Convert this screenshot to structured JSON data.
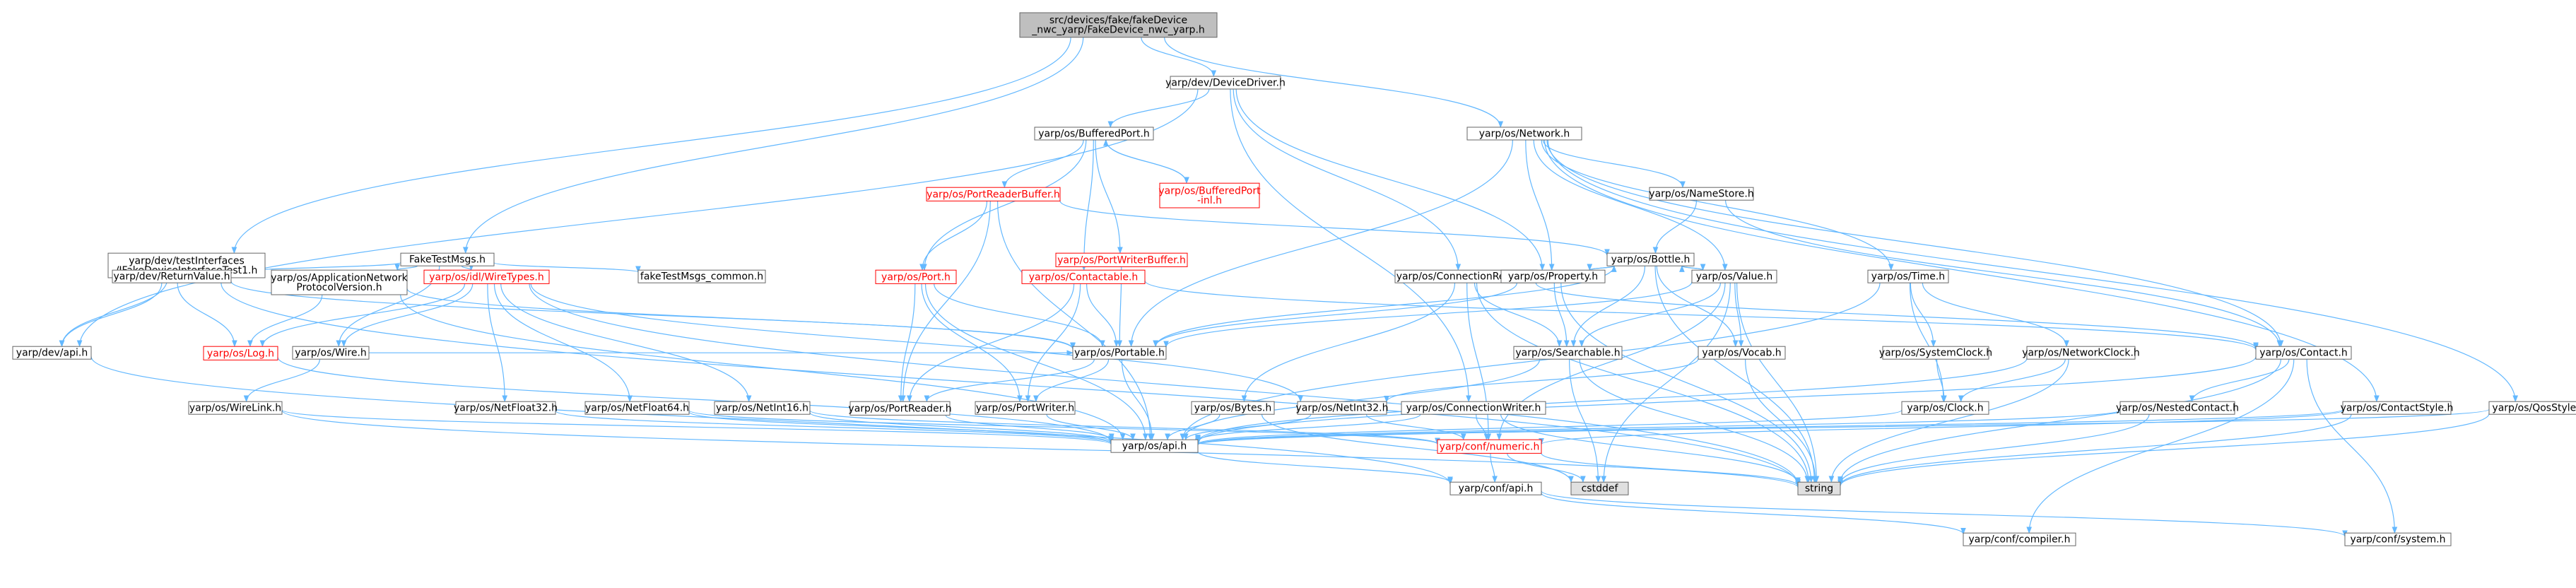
{
  "colors": {
    "edge": "#63b8ff",
    "node_border_normal": "#666666",
    "node_border_truncated": "#ff0000",
    "node_fill": "#ffffff",
    "root_fill": "#bfbfbf",
    "leaf_fill": "#e0e0e0",
    "text_normal": "#000000",
    "text_truncated": "#ff0000"
  },
  "nodes": [
    {
      "id": "root",
      "lines": [
        "src/devices/fake/fakeDevice",
        "_nwc_yarp/FakeDevice_nwc_yarp.h"
      ],
      "style": "root"
    },
    {
      "id": "devicedriver",
      "lines": [
        "yarp/dev/DeviceDriver.h"
      ],
      "style": "normal"
    },
    {
      "id": "network",
      "lines": [
        "yarp/os/Network.h"
      ],
      "style": "normal"
    },
    {
      "id": "bufferedport",
      "lines": [
        "yarp/os/BufferedPort.h"
      ],
      "style": "normal"
    },
    {
      "id": "bufferedport_inl",
      "lines": [
        "yarp/os/BufferedPort",
        "-inl.h"
      ],
      "style": "truncated"
    },
    {
      "id": "portreaderbuffer",
      "lines": [
        "yarp/os/PortReaderBuffer.h"
      ],
      "style": "truncated"
    },
    {
      "id": "namestore",
      "lines": [
        "yarp/os/NameStore.h"
      ],
      "style": "normal"
    },
    {
      "id": "testinterfaces",
      "lines": [
        "yarp/dev/testInterfaces",
        "/IFakeDeviceInterfaceTest1.h"
      ],
      "style": "normal"
    },
    {
      "id": "faketestmsgs",
      "lines": [
        "FakeTestMsgs.h"
      ],
      "style": "normal"
    },
    {
      "id": "portwriterbuffer",
      "lines": [
        "yarp/os/PortWriterBuffer.h"
      ],
      "style": "truncated"
    },
    {
      "id": "bottle",
      "lines": [
        "yarp/os/Bottle.h"
      ],
      "style": "normal"
    },
    {
      "id": "returnvalue",
      "lines": [
        "yarp/dev/ReturnValue.h"
      ],
      "style": "normal"
    },
    {
      "id": "appnet",
      "lines": [
        "yarp/os/ApplicationNetwork",
        "ProtocolVersion.h"
      ],
      "style": "normal"
    },
    {
      "id": "wiretypes",
      "lines": [
        "yarp/os/idl/WireTypes.h"
      ],
      "style": "truncated"
    },
    {
      "id": "faketestmsgs_common",
      "lines": [
        "fakeTestMsgs_common.h"
      ],
      "style": "normal"
    },
    {
      "id": "port",
      "lines": [
        "yarp/os/Port.h"
      ],
      "style": "truncated"
    },
    {
      "id": "contactable",
      "lines": [
        "yarp/os/Contactable.h"
      ],
      "style": "truncated"
    },
    {
      "id": "connectionreader",
      "lines": [
        "yarp/os/ConnectionReader.h"
      ],
      "style": "normal"
    },
    {
      "id": "property",
      "lines": [
        "yarp/os/Property.h"
      ],
      "style": "normal"
    },
    {
      "id": "value",
      "lines": [
        "yarp/os/Value.h"
      ],
      "style": "normal"
    },
    {
      "id": "time",
      "lines": [
        "yarp/os/Time.h"
      ],
      "style": "normal"
    },
    {
      "id": "devapi",
      "lines": [
        "yarp/dev/api.h"
      ],
      "style": "normal"
    },
    {
      "id": "log",
      "lines": [
        "yarp/os/Log.h"
      ],
      "style": "truncated"
    },
    {
      "id": "wire",
      "lines": [
        "yarp/os/Wire.h"
      ],
      "style": "normal"
    },
    {
      "id": "portable",
      "lines": [
        "yarp/os/Portable.h"
      ],
      "style": "normal"
    },
    {
      "id": "searchable",
      "lines": [
        "yarp/os/Searchable.h"
      ],
      "style": "normal"
    },
    {
      "id": "vocab",
      "lines": [
        "yarp/os/Vocab.h"
      ],
      "style": "normal"
    },
    {
      "id": "systemclock",
      "lines": [
        "yarp/os/SystemClock.h"
      ],
      "style": "normal"
    },
    {
      "id": "networkclock",
      "lines": [
        "yarp/os/NetworkClock.h"
      ],
      "style": "normal"
    },
    {
      "id": "contact",
      "lines": [
        "yarp/os/Contact.h"
      ],
      "style": "normal"
    },
    {
      "id": "wirelink",
      "lines": [
        "yarp/os/WireLink.h"
      ],
      "style": "normal"
    },
    {
      "id": "netfloat32",
      "lines": [
        "yarp/os/NetFloat32.h"
      ],
      "style": "normal"
    },
    {
      "id": "netfloat64",
      "lines": [
        "yarp/os/NetFloat64.h"
      ],
      "style": "normal"
    },
    {
      "id": "netint16",
      "lines": [
        "yarp/os/NetInt16.h"
      ],
      "style": "normal"
    },
    {
      "id": "portreader",
      "lines": [
        "yarp/os/PortReader.h"
      ],
      "style": "normal"
    },
    {
      "id": "portwriter",
      "lines": [
        "yarp/os/PortWriter.h"
      ],
      "style": "normal"
    },
    {
      "id": "bytes",
      "lines": [
        "yarp/os/Bytes.h"
      ],
      "style": "normal"
    },
    {
      "id": "netint32",
      "lines": [
        "yarp/os/NetInt32.h"
      ],
      "style": "normal"
    },
    {
      "id": "connectionwriter",
      "lines": [
        "yarp/os/ConnectionWriter.h"
      ],
      "style": "normal"
    },
    {
      "id": "clock",
      "lines": [
        "yarp/os/Clock.h"
      ],
      "style": "normal"
    },
    {
      "id": "nestedcontact",
      "lines": [
        "yarp/os/NestedContact.h"
      ],
      "style": "normal"
    },
    {
      "id": "contactstyle",
      "lines": [
        "yarp/os/ContactStyle.h"
      ],
      "style": "normal"
    },
    {
      "id": "qosstyle",
      "lines": [
        "yarp/os/QosStyle.h"
      ],
      "style": "normal"
    },
    {
      "id": "osapi",
      "lines": [
        "yarp/os/api.h"
      ],
      "style": "normal"
    },
    {
      "id": "numeric",
      "lines": [
        "yarp/conf/numeric.h"
      ],
      "style": "truncated"
    },
    {
      "id": "cstddef",
      "lines": [
        "cstddef"
      ],
      "style": "leaf"
    },
    {
      "id": "string",
      "lines": [
        "string"
      ],
      "style": "leaf"
    },
    {
      "id": "confapi",
      "lines": [
        "yarp/conf/api.h"
      ],
      "style": "normal"
    },
    {
      "id": "compiler",
      "lines": [
        "yarp/conf/compiler.h"
      ],
      "style": "normal"
    },
    {
      "id": "system",
      "lines": [
        "yarp/conf/system.h"
      ],
      "style": "normal"
    }
  ],
  "edges": [
    [
      "root",
      "devicedriver"
    ],
    [
      "root",
      "network"
    ],
    [
      "root",
      "testinterfaces"
    ],
    [
      "root",
      "faketestmsgs"
    ],
    [
      "devicedriver",
      "bufferedport"
    ],
    [
      "devicedriver",
      "devapi"
    ],
    [
      "devicedriver",
      "property"
    ],
    [
      "devicedriver",
      "connectionreader"
    ],
    [
      "devicedriver",
      "connectionwriter"
    ],
    [
      "network",
      "namestore"
    ],
    [
      "network",
      "property"
    ],
    [
      "network",
      "value"
    ],
    [
      "network",
      "time"
    ],
    [
      "network",
      "contact"
    ],
    [
      "network",
      "contactstyle"
    ],
    [
      "network",
      "qosstyle"
    ],
    [
      "network",
      "portable"
    ],
    [
      "bufferedport",
      "bufferedport_inl"
    ],
    [
      "bufferedport_inl",
      "bufferedport"
    ],
    [
      "bufferedport",
      "portreaderbuffer"
    ],
    [
      "bufferedport",
      "port"
    ],
    [
      "bufferedport",
      "contactable"
    ],
    [
      "bufferedport",
      "portwriterbuffer"
    ],
    [
      "portreaderbuffer",
      "port"
    ],
    [
      "portreaderbuffer",
      "bottle"
    ],
    [
      "portreaderbuffer",
      "portreader"
    ],
    [
      "portreaderbuffer",
      "osapi"
    ],
    [
      "portwriterbuffer",
      "portable"
    ],
    [
      "namestore",
      "bottle"
    ],
    [
      "namestore",
      "contact"
    ],
    [
      "testinterfaces",
      "returnvalue"
    ],
    [
      "testinterfaces",
      "devapi"
    ],
    [
      "faketestmsgs",
      "returnvalue"
    ],
    [
      "faketestmsgs",
      "appnet"
    ],
    [
      "faketestmsgs",
      "wiretypes"
    ],
    [
      "faketestmsgs",
      "faketestmsgs_common"
    ],
    [
      "faketestmsgs",
      "wire"
    ],
    [
      "returnvalue",
      "devapi"
    ],
    [
      "returnvalue",
      "log"
    ],
    [
      "returnvalue",
      "portable"
    ],
    [
      "returnvalue",
      "string"
    ],
    [
      "appnet",
      "log"
    ],
    [
      "appnet",
      "portable"
    ],
    [
      "appnet",
      "osapi"
    ],
    [
      "wiretypes",
      "log"
    ],
    [
      "wiretypes",
      "wire"
    ],
    [
      "wiretypes",
      "netfloat32"
    ],
    [
      "wiretypes",
      "netfloat64"
    ],
    [
      "wiretypes",
      "netint16"
    ],
    [
      "wiretypes",
      "netint32"
    ],
    [
      "wiretypes",
      "string"
    ],
    [
      "port",
      "portable"
    ],
    [
      "port",
      "portreader"
    ],
    [
      "port",
      "portwriter"
    ],
    [
      "port",
      "osapi"
    ],
    [
      "contactable",
      "portable"
    ],
    [
      "contactable",
      "portreader"
    ],
    [
      "contactable",
      "portwriter"
    ],
    [
      "contactable",
      "contact"
    ],
    [
      "bottle",
      "portable"
    ],
    [
      "bottle",
      "searchable"
    ],
    [
      "bottle",
      "property"
    ],
    [
      "bottle",
      "value"
    ],
    [
      "bottle",
      "vocab"
    ],
    [
      "bottle",
      "string"
    ],
    [
      "property",
      "bottle"
    ],
    [
      "property",
      "portable"
    ],
    [
      "property",
      "searchable"
    ],
    [
      "property",
      "string"
    ],
    [
      "value",
      "bottle"
    ],
    [
      "value",
      "portable"
    ],
    [
      "value",
      "searchable"
    ],
    [
      "value",
      "vocab"
    ],
    [
      "value",
      "numeric"
    ],
    [
      "value",
      "cstddef"
    ],
    [
      "value",
      "string"
    ],
    [
      "connectionreader",
      "bytes"
    ],
    [
      "connectionreader",
      "searchable"
    ],
    [
      "connectionreader",
      "contact"
    ],
    [
      "connectionreader",
      "numeric"
    ],
    [
      "connectionreader",
      "string"
    ],
    [
      "time",
      "systemclock"
    ],
    [
      "time",
      "networkclock"
    ],
    [
      "time",
      "clock"
    ],
    [
      "time",
      "osapi"
    ],
    [
      "devapi",
      "confapi"
    ],
    [
      "log",
      "osapi"
    ],
    [
      "wire",
      "portable"
    ],
    [
      "wire",
      "wirelink"
    ],
    [
      "portable",
      "portreader"
    ],
    [
      "portable",
      "portwriter"
    ],
    [
      "portable",
      "osapi"
    ],
    [
      "searchable",
      "osapi"
    ],
    [
      "searchable",
      "string"
    ],
    [
      "searchable",
      "cstddef"
    ],
    [
      "vocab",
      "netint32"
    ],
    [
      "vocab",
      "string"
    ],
    [
      "systemclock",
      "clock"
    ],
    [
      "networkclock",
      "clock"
    ],
    [
      "networkclock",
      "osapi"
    ],
    [
      "networkclock",
      "string"
    ],
    [
      "contact",
      "nestedcontact"
    ],
    [
      "contact",
      "osapi"
    ],
    [
      "contact",
      "string"
    ],
    [
      "contact",
      "system"
    ],
    [
      "contact",
      "compiler"
    ],
    [
      "wirelink",
      "osapi"
    ],
    [
      "wirelink",
      "string"
    ],
    [
      "netfloat32",
      "osapi"
    ],
    [
      "netfloat64",
      "osapi"
    ],
    [
      "netfloat64",
      "numeric"
    ],
    [
      "netint16",
      "osapi"
    ],
    [
      "netint16",
      "numeric"
    ],
    [
      "portreader",
      "osapi"
    ],
    [
      "portwriter",
      "osapi"
    ],
    [
      "bytes",
      "osapi"
    ],
    [
      "bytes",
      "cstddef"
    ],
    [
      "netint32",
      "osapi"
    ],
    [
      "netint32",
      "numeric"
    ],
    [
      "connectionwriter",
      "osapi"
    ],
    [
      "connectionwriter",
      "numeric"
    ],
    [
      "connectionwriter",
      "string"
    ],
    [
      "clock",
      "osapi"
    ],
    [
      "nestedcontact",
      "osapi"
    ],
    [
      "nestedcontact",
      "string"
    ],
    [
      "contactstyle",
      "osapi"
    ],
    [
      "contactstyle",
      "string"
    ],
    [
      "contactstyle",
      "numeric"
    ],
    [
      "qosstyle",
      "osapi"
    ],
    [
      "qosstyle",
      "string"
    ],
    [
      "osapi",
      "confapi"
    ],
    [
      "numeric",
      "confapi"
    ],
    [
      "numeric",
      "cstddef"
    ],
    [
      "numeric",
      "string"
    ],
    [
      "confapi",
      "compiler"
    ],
    [
      "confapi",
      "system"
    ]
  ]
}
